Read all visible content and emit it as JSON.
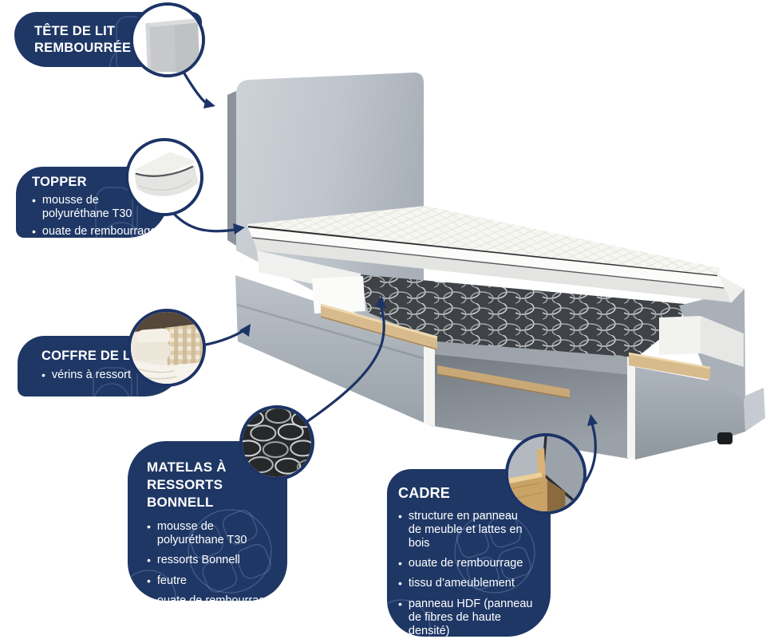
{
  "ui": {
    "bullet": "•"
  },
  "colors": {
    "badge_navy": "#1f3765",
    "connector_navy": "#1c3366",
    "text_white": "#ffffff",
    "watermark_blue": "#9db4e2",
    "wood_tan": "#d7bb8d",
    "headboard_gray": "#c0c6cd",
    "base_gray": "#a9b1b9"
  },
  "callouts": {
    "tete_de_lit": {
      "title": "TÊTE DE LIT\nREMBOURRÉE"
    },
    "topper": {
      "title": "TOPPER",
      "bullets": [
        "mousse de\npolyuréthane T30",
        "ouate de rembourrage"
      ]
    },
    "coffre_de_lit": {
      "title": "COFFRE DE LIT",
      "bullets": [
        "vérins à ressort"
      ]
    },
    "matelas": {
      "title": "MATELAS À\nRESSORTS BONNELL",
      "bullets": [
        "mousse de\npolyuréthane T30",
        "ressorts Bonnell",
        "feutre",
        "ouate de rembourrage"
      ]
    },
    "cadre": {
      "title": "CADRE",
      "bullets": [
        "structure en panneau\nde meuble et lattes en bois",
        "ouate de rembourrage",
        "tissu d’ameublement",
        "panneau HDF (panneau\nde fibres de haute densité)"
      ]
    }
  },
  "magnifiers": {
    "tete": "headboard-fabric-corner-photo",
    "topper": "topper-edge-photo",
    "coffre": "open-storage-bedding-photo",
    "matelas": "bonnell-springs-photo",
    "cadre": "wood-frame-corner-photo"
  }
}
